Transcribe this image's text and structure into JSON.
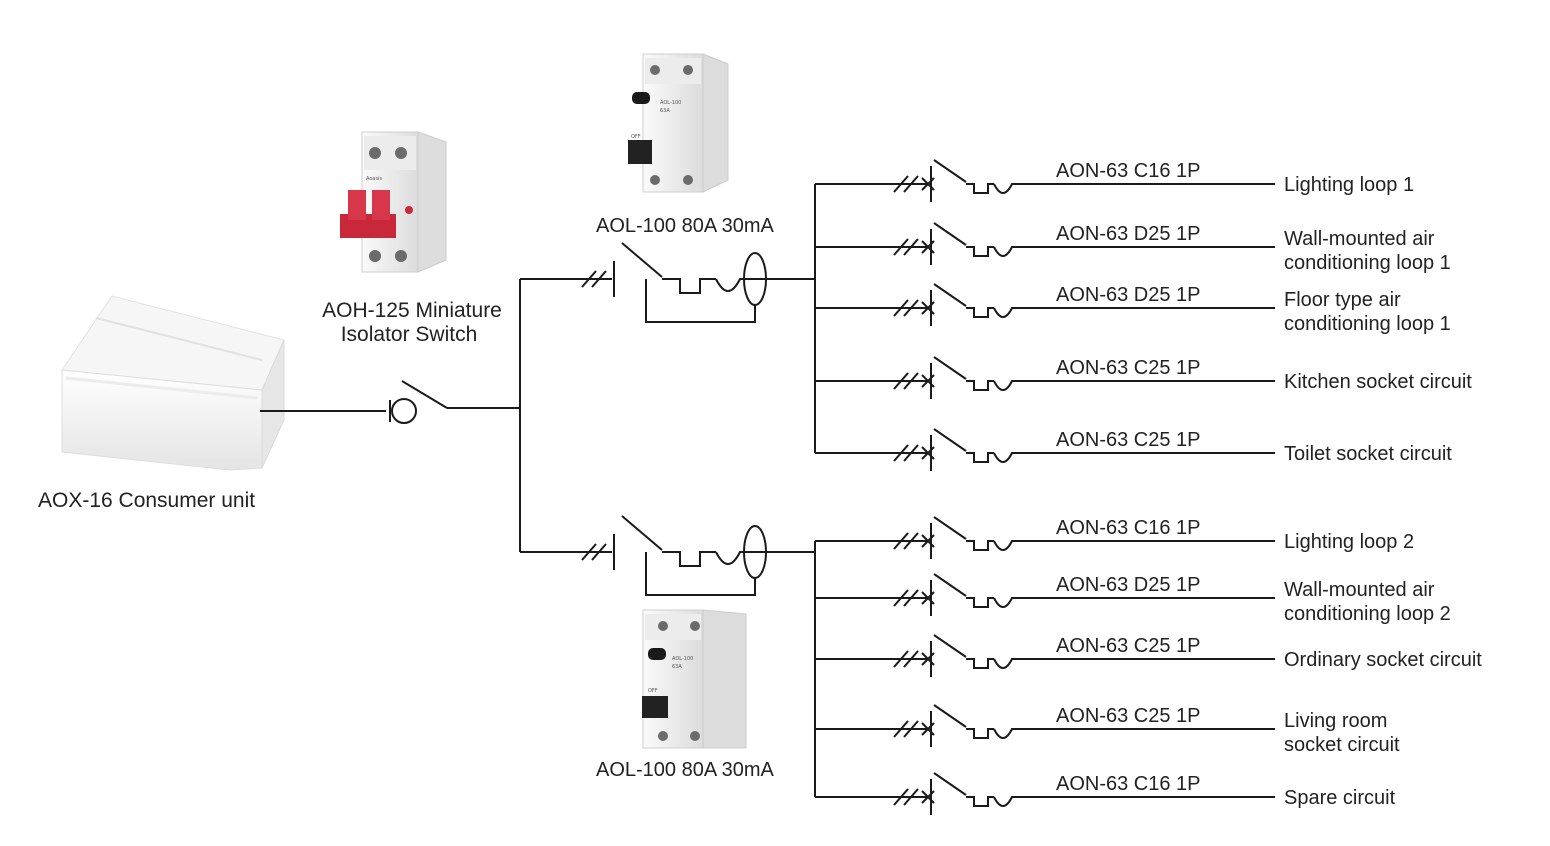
{
  "consumer_unit": {
    "label": "AOX-16 Consumer unit"
  },
  "isolator": {
    "label_line1": "AOH-125 Miniature",
    "label_line2": "Isolator Switch",
    "brand": "Aoasis"
  },
  "rcbo_top": {
    "label": "AOL-100  80A 30mA",
    "model": "AOL-100",
    "rating": "63A",
    "off_text": "OFF"
  },
  "rcbo_bottom": {
    "label": "AOL-100  80A 30mA",
    "model": "AOL-100",
    "rating": "63A",
    "off_text": "OFF"
  },
  "branches_group1": [
    {
      "breaker": "AON-63 C16 1P",
      "circuit": [
        "Lighting loop 1"
      ]
    },
    {
      "breaker": "AON-63 D25 1P",
      "circuit": [
        "Wall-mounted air",
        "conditioning loop 1"
      ]
    },
    {
      "breaker": "AON-63 D25 1P",
      "circuit": [
        "Floor type air",
        "conditioning loop 1"
      ]
    },
    {
      "breaker": "AON-63 C25 1P",
      "circuit": [
        "Kitchen socket circuit"
      ]
    },
    {
      "breaker": "AON-63 C25 1P",
      "circuit": [
        "Toilet socket circuit"
      ]
    }
  ],
  "branches_group2": [
    {
      "breaker": "AON-63 C16 1P",
      "circuit": [
        "Lighting loop 2"
      ]
    },
    {
      "breaker": "AON-63 D25 1P",
      "circuit": [
        "Wall-mounted air",
        "conditioning loop 2"
      ]
    },
    {
      "breaker": "AON-63 C25 1P",
      "circuit": [
        "Ordinary socket circuit"
      ]
    },
    {
      "breaker": "AON-63 C25 1P",
      "circuit": [
        "Living room",
        "socket circuit"
      ]
    },
    {
      "breaker": "AON-63 C16 1P",
      "circuit": [
        "Spare circuit"
      ]
    }
  ],
  "colors": {
    "wire": "#1a1a1a",
    "isolator_handle": "#c8283a",
    "device_body": "#f2f2f2"
  }
}
